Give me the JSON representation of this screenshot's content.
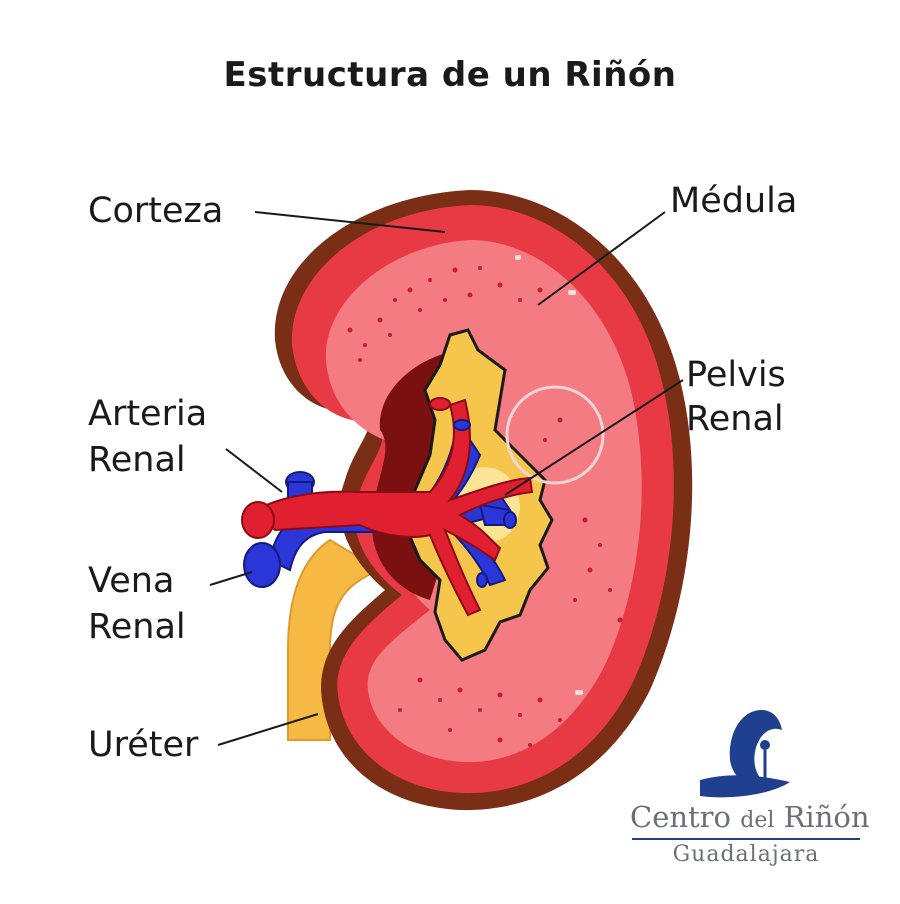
{
  "title": "Estructura de un Riñón",
  "labels": {
    "corteza": "Corteza",
    "medula": "Médula",
    "pelvis_line1": "Pelvis",
    "pelvis_line2": "Renal",
    "arteria_line1": "Arteria",
    "arteria_line2": "Renal",
    "vena_line1": "Vena",
    "vena_line2": "Renal",
    "ureter": "Uréter"
  },
  "logo": {
    "name_part1": "Centro",
    "name_part2": "del",
    "name_part3": "Riñón",
    "city": "Guadalajara"
  },
  "colors": {
    "capsule": "#7a2e16",
    "cortex": "#e83a44",
    "medulla": "#f57b83",
    "pelvis": "#f6c64c",
    "artery": "#e02030",
    "vein": "#2a36d8",
    "ureter": "#f5b944",
    "logo_blue": "#1f3f8f"
  }
}
